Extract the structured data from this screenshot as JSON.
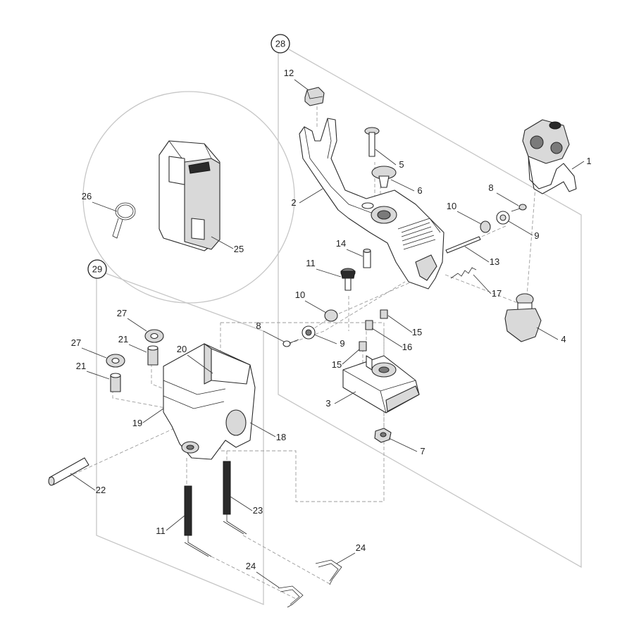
{
  "groups": [
    {
      "id": "g28",
      "label": "28"
    },
    {
      "id": "g29",
      "label": "29"
    }
  ],
  "callouts": [
    {
      "id": "c1",
      "label": "1"
    },
    {
      "id": "c2",
      "label": "2"
    },
    {
      "id": "c3",
      "label": "3"
    },
    {
      "id": "c4",
      "label": "4"
    },
    {
      "id": "c5",
      "label": "5"
    },
    {
      "id": "c6",
      "label": "6"
    },
    {
      "id": "c7",
      "label": "7"
    },
    {
      "id": "c8a",
      "label": "8"
    },
    {
      "id": "c8b",
      "label": "8"
    },
    {
      "id": "c9a",
      "label": "9"
    },
    {
      "id": "c9b",
      "label": "9"
    },
    {
      "id": "c10a",
      "label": "10"
    },
    {
      "id": "c10b",
      "label": "10"
    },
    {
      "id": "c11a",
      "label": "11"
    },
    {
      "id": "c11b",
      "label": "11"
    },
    {
      "id": "c12",
      "label": "12"
    },
    {
      "id": "c13",
      "label": "13"
    },
    {
      "id": "c14",
      "label": "14"
    },
    {
      "id": "c15a",
      "label": "15"
    },
    {
      "id": "c15b",
      "label": "15"
    },
    {
      "id": "c16",
      "label": "16"
    },
    {
      "id": "c17",
      "label": "17"
    },
    {
      "id": "c18",
      "label": "18"
    },
    {
      "id": "c19",
      "label": "19"
    },
    {
      "id": "c20",
      "label": "20"
    },
    {
      "id": "c21a",
      "label": "21"
    },
    {
      "id": "c21b",
      "label": "21"
    },
    {
      "id": "c22",
      "label": "22"
    },
    {
      "id": "c23",
      "label": "23"
    },
    {
      "id": "c24a",
      "label": "24"
    },
    {
      "id": "c24b",
      "label": "24"
    },
    {
      "id": "c25",
      "label": "25"
    },
    {
      "id": "c26",
      "label": "26"
    },
    {
      "id": "c27a",
      "label": "27"
    },
    {
      "id": "c27b",
      "label": "27"
    }
  ]
}
